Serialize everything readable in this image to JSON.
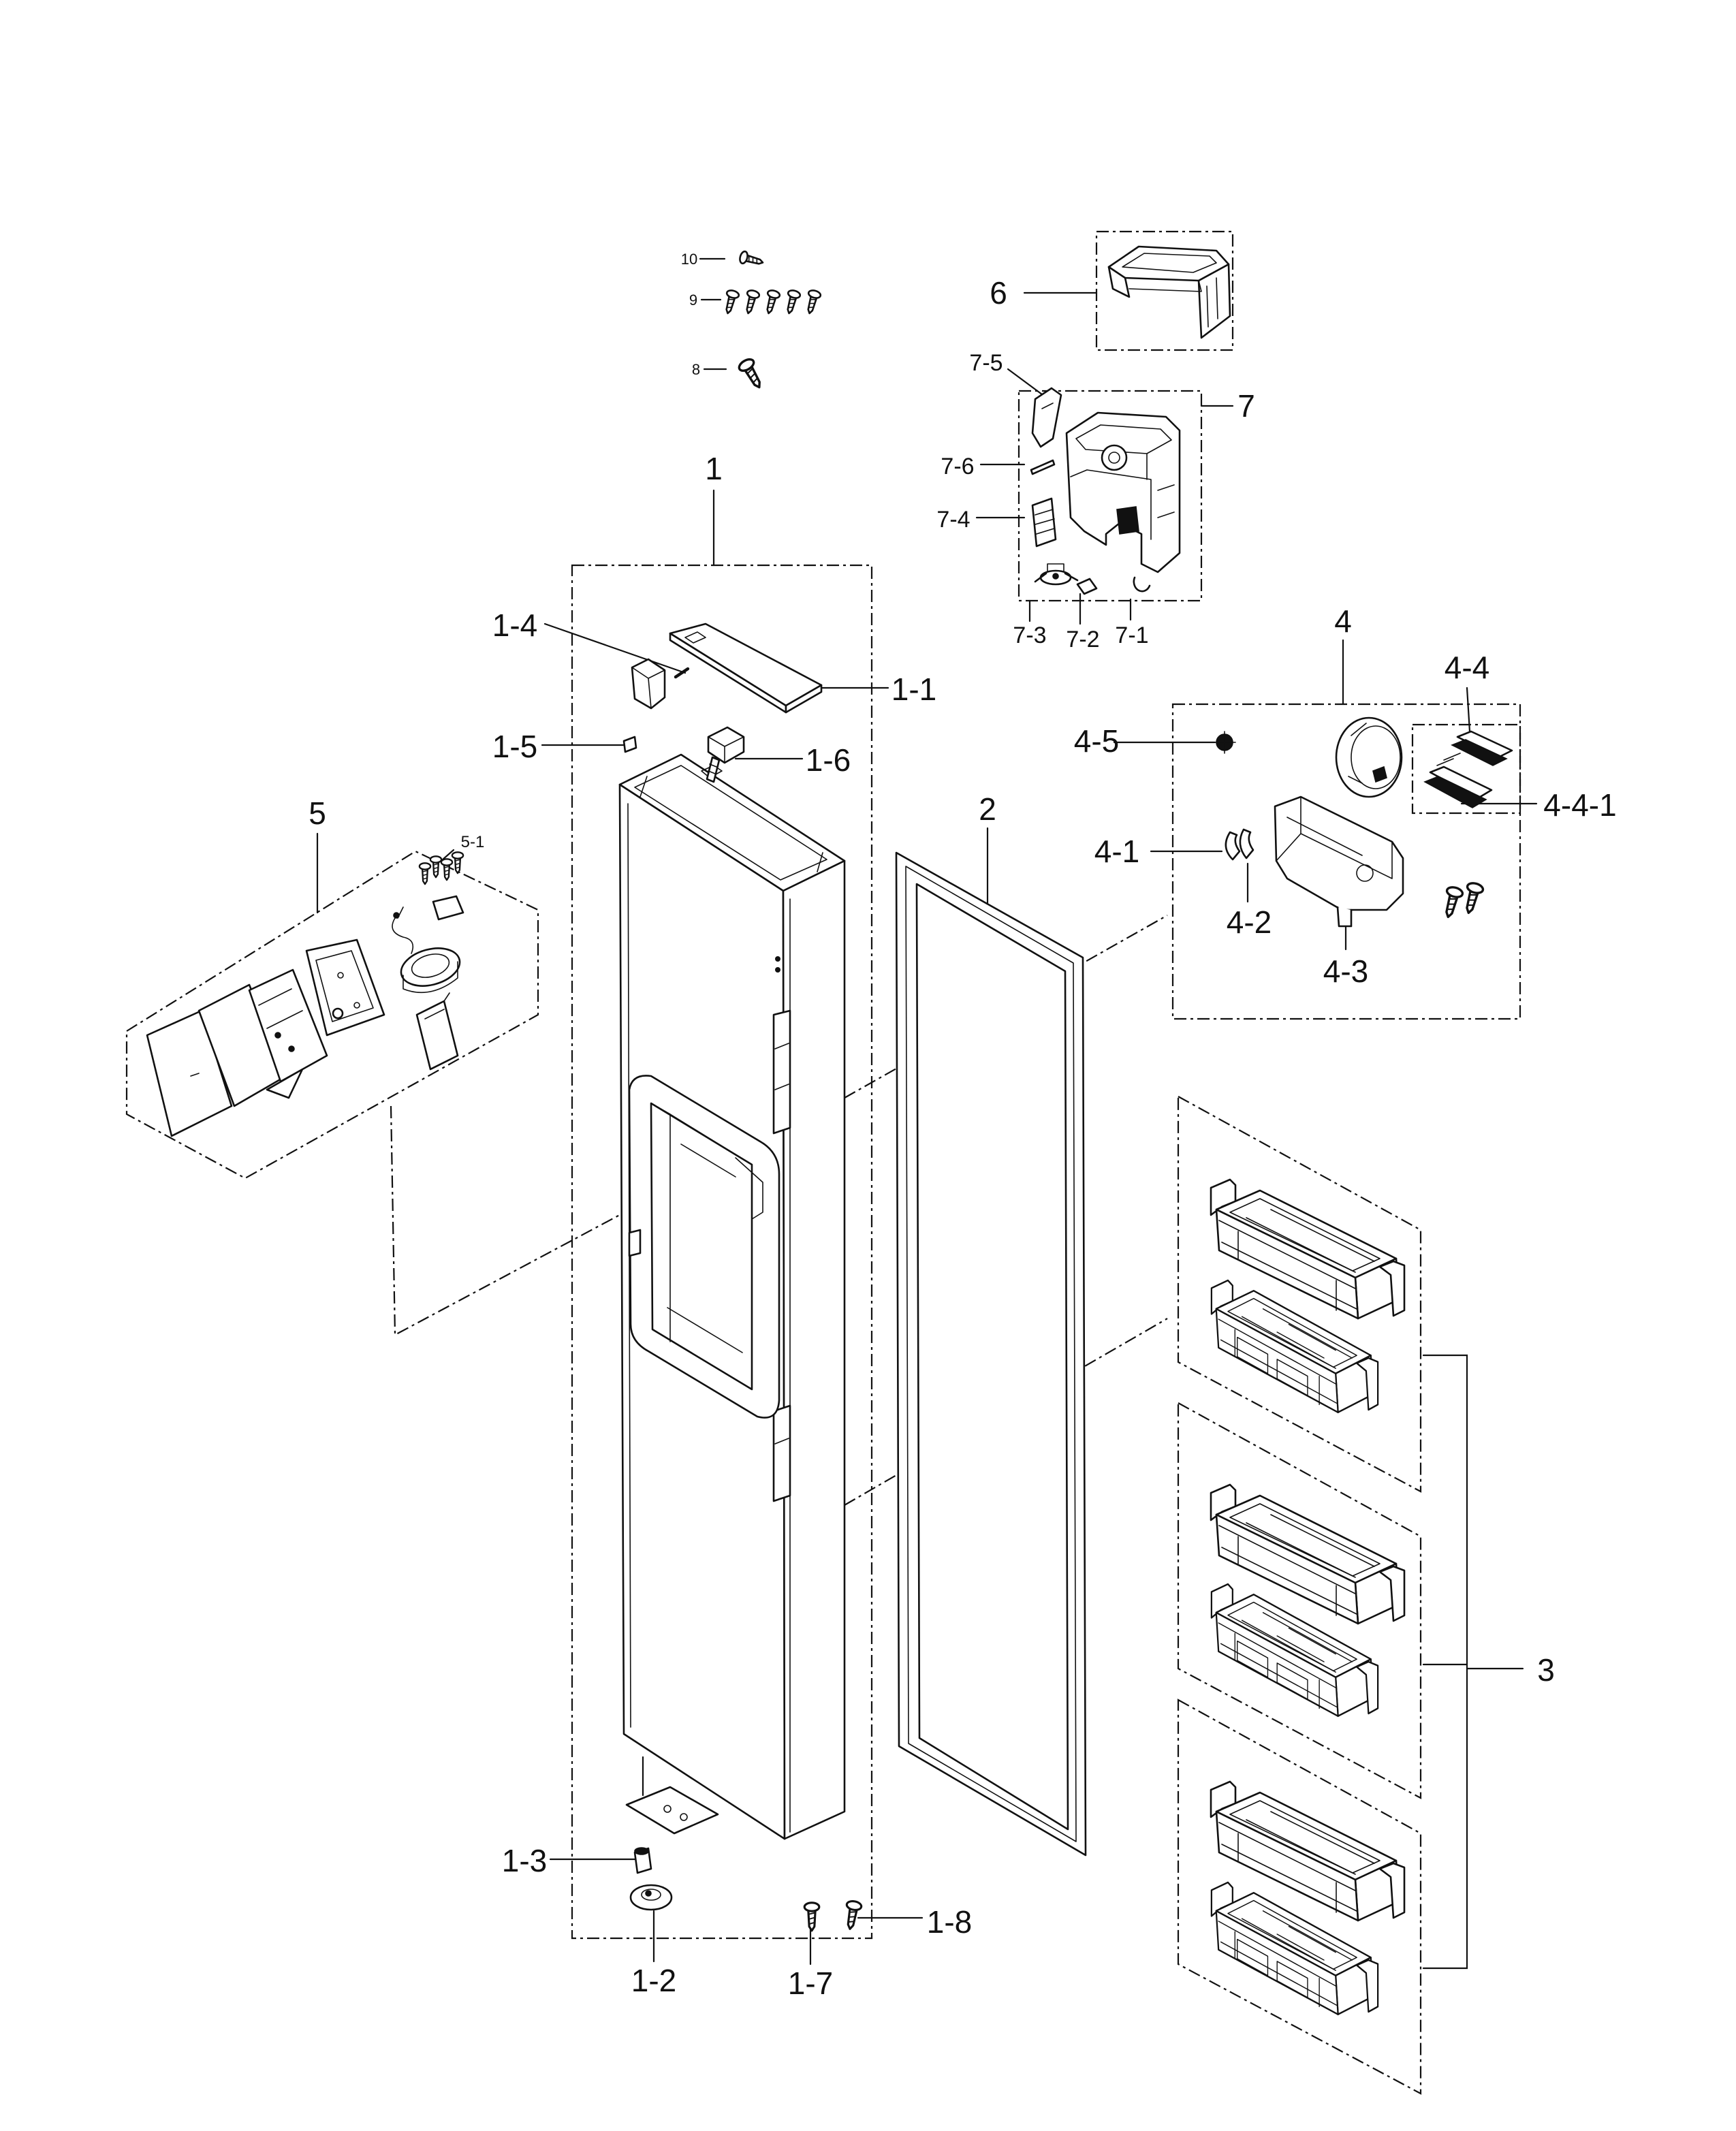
{
  "colors": {
    "line": "#111111",
    "background": "#ffffff"
  },
  "callouts": {
    "10": "10",
    "9": "9",
    "8": "8",
    "6": "6",
    "7": "7",
    "7-1": "7-1",
    "7-2": "7-2",
    "7-3": "7-3",
    "7-4": "7-4",
    "7-5": "7-5",
    "7-6": "7-6",
    "1": "1",
    "1-1": "1-1",
    "1-2": "1-2",
    "1-3": "1-3",
    "1-4": "1-4",
    "1-5": "1-5",
    "1-6": "1-6",
    "1-7": "1-7",
    "1-8": "1-8",
    "2": "2",
    "3": "3",
    "4": "4",
    "4-1": "4-1",
    "4-2": "4-2",
    "4-3": "4-3",
    "4-4": "4-4",
    "4-4-1": "4-4-1",
    "4-5": "4-5",
    "5": "5",
    "5-1": "5-1"
  }
}
